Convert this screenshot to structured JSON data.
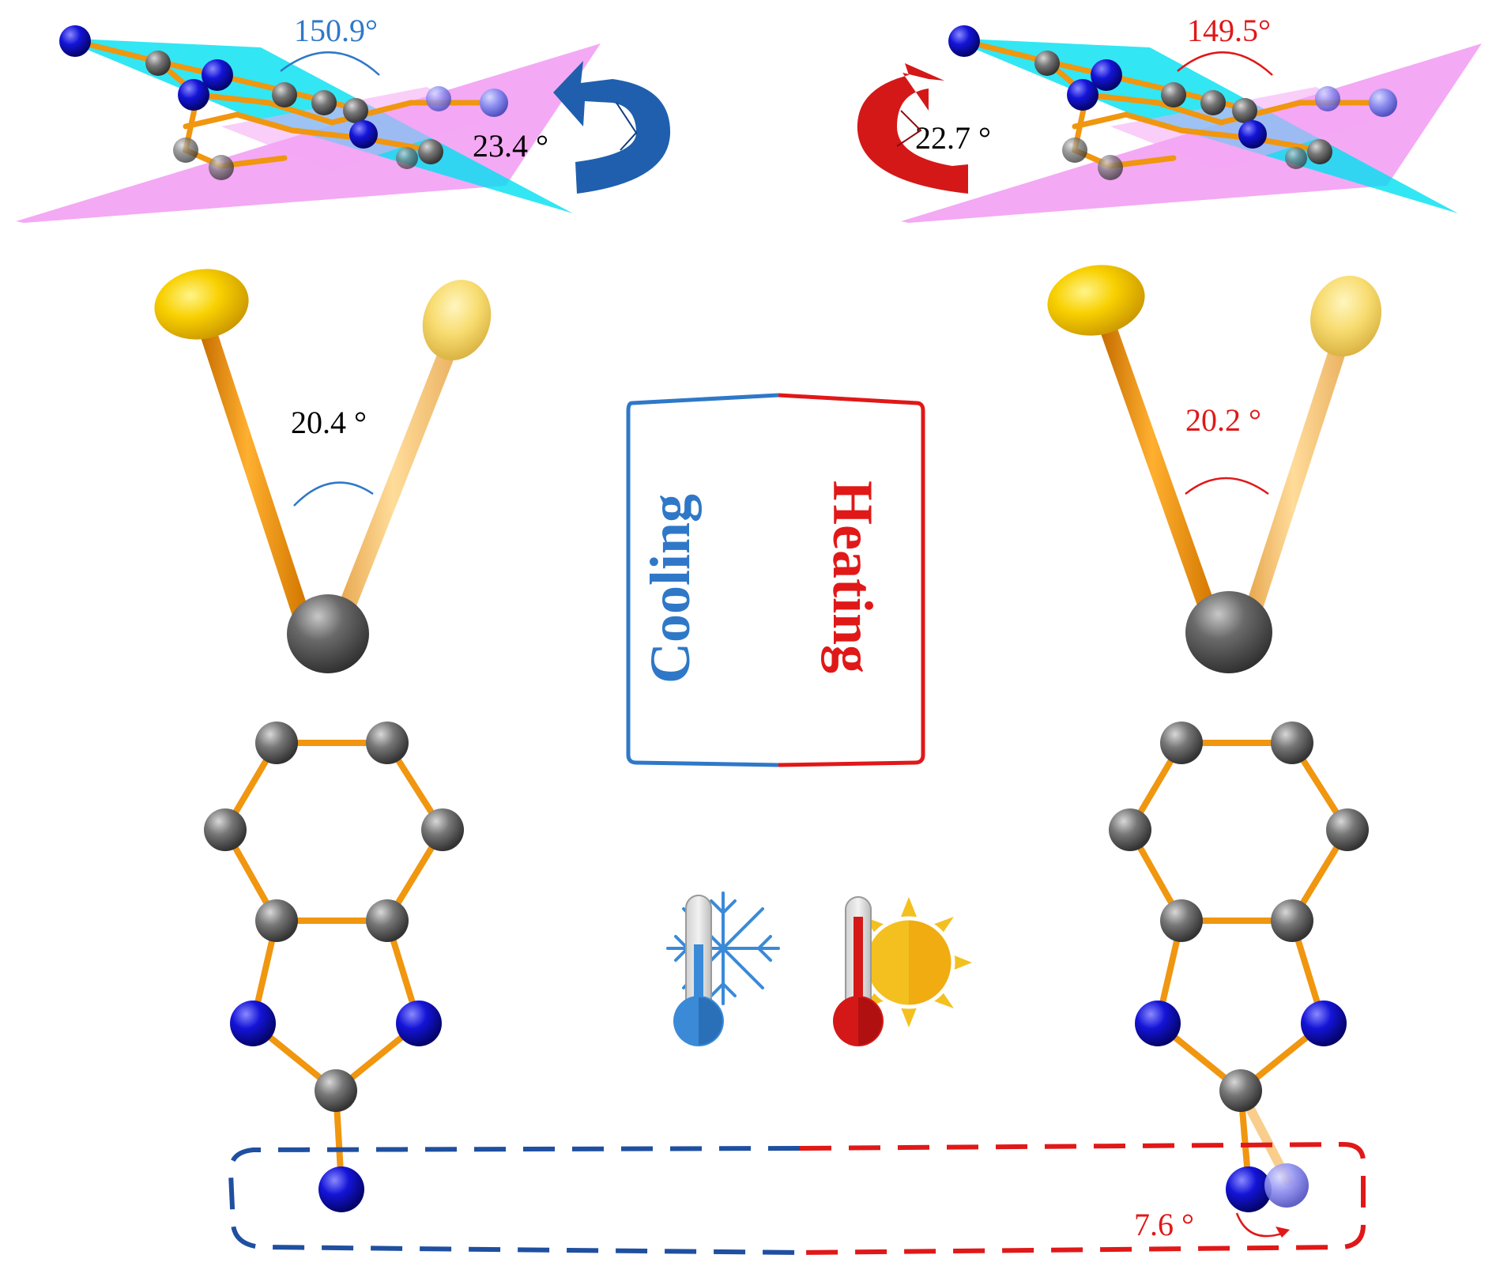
{
  "colors": {
    "cool": "#2f78c8",
    "heat": "#e01818",
    "bond": "#f0960f",
    "bond_light": "#f8c270",
    "nitrogen": "#1010c8",
    "carbon": "#6e6e6e",
    "sulfur": "#f6cc10",
    "plane_cyan": "#00e0f0",
    "plane_pink": "#f08cf0",
    "arrow_blue": "#1f5fae",
    "arrow_red": "#d41818"
  },
  "labels": {
    "left_top_angle": "150.9°",
    "left_twist_angle": "23.4 °",
    "right_top_angle": "149.5°",
    "right_twist_angle": "22.7 °",
    "left_v_angle": "20.4 °",
    "right_v_angle": "20.2 °",
    "cooling": "Cooling",
    "heating": "Heating",
    "bottom_rotation_angle": "7.6 °"
  },
  "icons": {
    "cold_thermometer": "thermometer-snowflake-icon",
    "hot_thermometer": "thermometer-sun-icon",
    "rotate_left": "rotate-arrow-blue-icon",
    "rotate_right": "rotate-arrow-red-icon"
  }
}
